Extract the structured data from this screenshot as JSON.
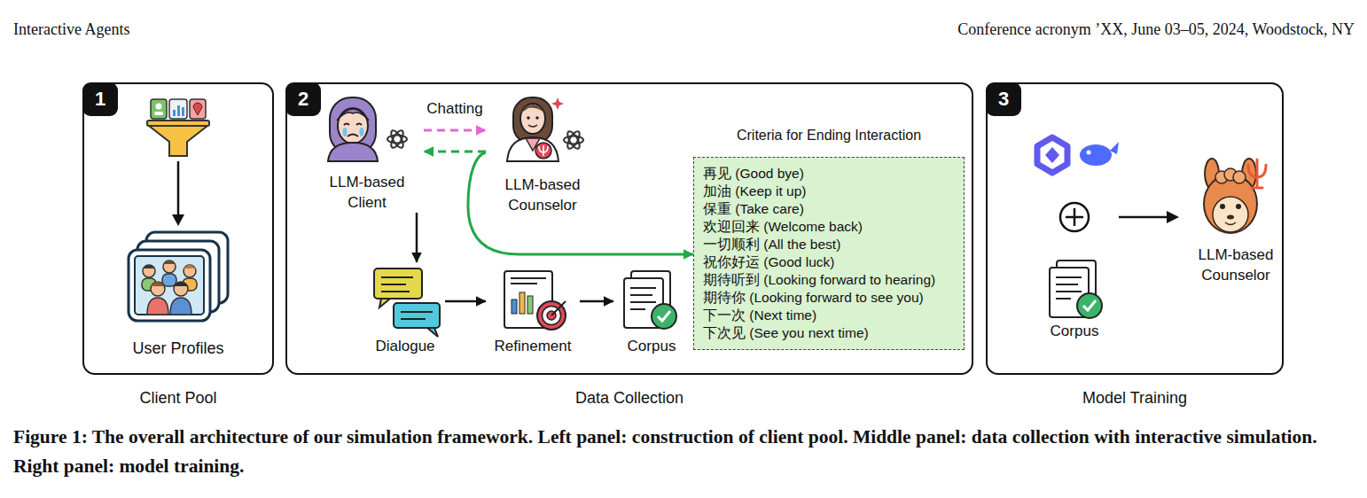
{
  "diagram": {
    "caption": "Figure 1: The overall architecture of our simulation framework. Left panel: construction of client pool. Middle panel: data collection with interactive simulation. Right panel: model training.",
    "nodes": [
      {
        "text": [
          "Client Pool"
        ]
      },
      {
        "text": [
          "1"
        ],
        "in": 0
      },
      {
        "text": [
          "User Profiles"
        ],
        "in": 0
      },
      {
        "text": [
          "Data Collection"
        ]
      },
      {
        "text": [
          "2"
        ],
        "in": 3
      },
      {
        "text": [
          "LLM-based Client"
        ],
        "in": 3
      },
      {
        "text": [
          "LLM-based Counselor"
        ],
        "in": 3
      },
      {
        "text": [
          "Dialogue"
        ],
        "in": 3
      },
      {
        "text": [
          "Refinement"
        ],
        "in": 3
      },
      {
        "text": [
          "Corpus"
        ],
        "in": 3
      },
      {
        "text": [
          "Criteria for Ending Interaction",
          "再见 (Good bye)",
          "加油 (Keep it up)",
          "保重 (Take care)",
          "欢迎回来 (Welcome back)",
          "一切顺利 (All the best)",
          "祝你好运 (Good luck)",
          "期待听到 (Looking forward to hearing)",
          "期待你 (Looking forward to see you)",
          "下一次 (Next time)",
          "下次见 (See you next time)"
        ],
        "in": 3
      },
      {
        "text": [
          "Model Training"
        ]
      },
      {
        "text": [
          "3"
        ],
        "in": 11
      },
      {
        "text": [
          "Corpus"
        ],
        "in": 11
      },
      {
        "text": [
          "LLM-based Counselor"
        ],
        "in": 11
      }
    ],
    "edges": [
      {
        "from": 5,
        "to": 6,
        "label": "Chatting",
        "arrow": "to"
      },
      {
        "from": 6,
        "to": 5,
        "arrow": "to"
      },
      {
        "from": 5,
        "to": 7,
        "arrow": "to"
      },
      {
        "from": 7,
        "to": 8,
        "arrow": "to"
      },
      {
        "from": 8,
        "to": 9,
        "arrow": "to"
      },
      {
        "from": 6,
        "to": 10,
        "arrow": "to"
      }
    ],
    "labels": [
      "Interactive Agents",
      "Conference acronym ’XX, June 03–05, 2024, Woodstock, NY"
    ]
  }
}
